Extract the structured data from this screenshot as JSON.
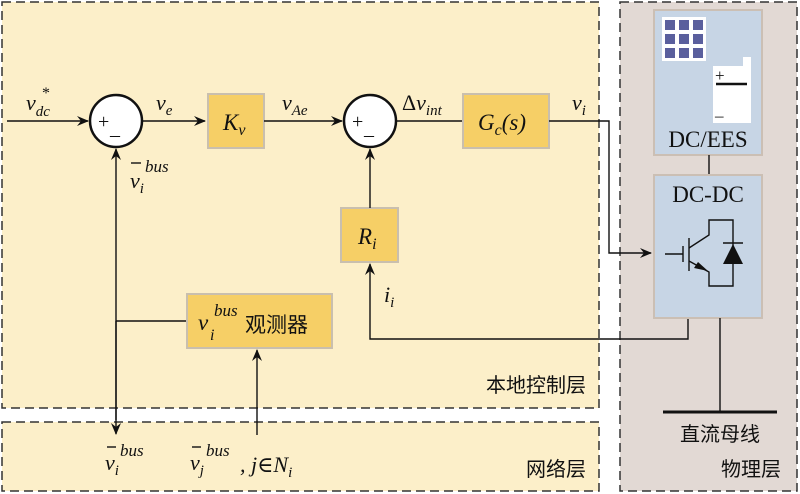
{
  "colors": {
    "local_layer_bg": "#fcefc9",
    "network_layer_bg": "#fcefc9",
    "physical_layer_bg": "#e2d9d4",
    "block_fill": "#f6cf66",
    "block_border": "#c9bfae",
    "device_fill": "#c7d5e5",
    "solar_cell": "#5a5f9d",
    "dash": "#333333"
  },
  "layers": {
    "local": "本地控制层",
    "network": "网络层",
    "physical": "物理层"
  },
  "signals": {
    "v_dc_ref": {
      "base": "v",
      "sub": "dc",
      "sup": "*"
    },
    "v_e": {
      "base": "v",
      "sub": "e"
    },
    "v_Ae": {
      "base": "v",
      "sub": "Ae"
    },
    "delta_v_int": {
      "prefix": "Δ",
      "base": "v",
      "sub": "int"
    },
    "v_i": {
      "base": "v",
      "sub": "i"
    },
    "v_bar_i_bus": {
      "base": "v",
      "sub": "i",
      "sup": "bus"
    },
    "i_i": {
      "base": "i",
      "sub": "i"
    },
    "v_bar_j_bus": {
      "base": "v",
      "sub": "j",
      "sup": "bus",
      "suffix": ", j∈N",
      "suffix_sub": "i"
    }
  },
  "blocks": {
    "kv": {
      "base": "K",
      "sub": "v"
    },
    "gc": {
      "base": "G",
      "sub": "c",
      "suffix": "(s)"
    },
    "ri": {
      "base": "R",
      "sub": "i"
    },
    "observer": {
      "base": "v",
      "sub": "i",
      "sup": "bus",
      "label": "观测器"
    }
  },
  "summing_junctions": {
    "plus": "+",
    "minus": "–"
  },
  "devices": {
    "dc_ees": "DC/EES",
    "dc_dc": "DC-DC",
    "battery_plus": "+",
    "battery_minus": "–",
    "dc_bus": "直流母线"
  }
}
